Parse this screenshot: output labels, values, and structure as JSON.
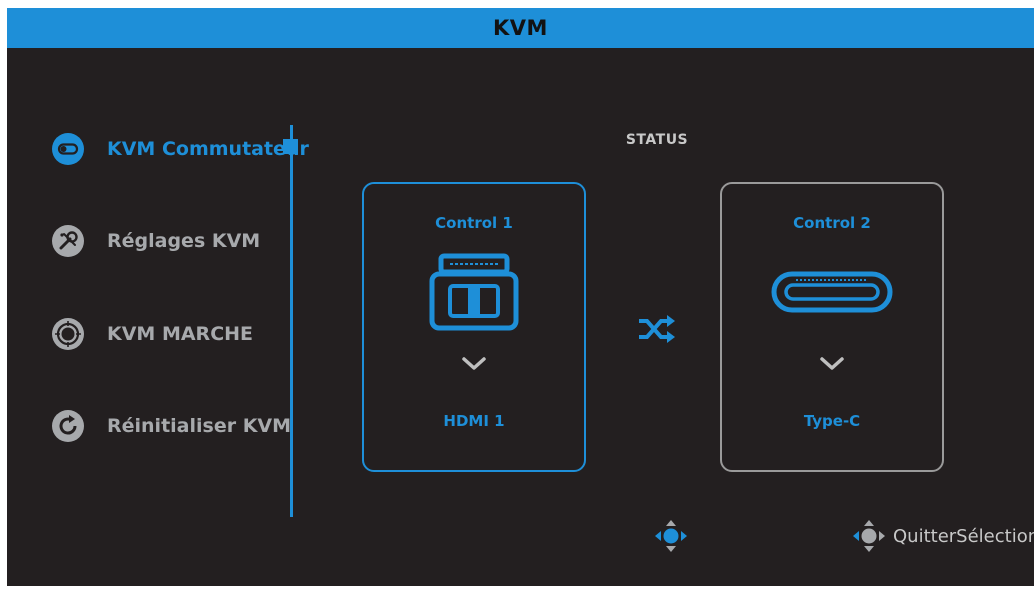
{
  "title": "KVM",
  "menu": {
    "items": [
      {
        "label": "KVM Commutateur",
        "icon": "toggle-icon",
        "active": true
      },
      {
        "label": "Réglages KVM",
        "icon": "wrench-settings-icon",
        "active": false
      },
      {
        "label": "KVM MARCHE",
        "icon": "power-dial-icon",
        "active": false
      },
      {
        "label": "Réinitialiser KVM",
        "icon": "reset-icon",
        "active": false
      }
    ]
  },
  "status": {
    "label": "STATUS",
    "control1": {
      "title": "Control 1",
      "value": "HDMI 1",
      "icon": "usb-b-port-icon"
    },
    "control2": {
      "title": "Control 2",
      "value": "Type-C",
      "icon": "usb-c-port-icon"
    },
    "swap_icon": "shuffle-swap-icon"
  },
  "footer": {
    "quit_label": "QuitterSélection",
    "nav_icon": "joystick-icon"
  },
  "colors": {
    "accent": "#1e8fd8",
    "background": "#231f20",
    "inactive_text": "#a7a9ac",
    "card_border_inactive": "#9a9a9a"
  }
}
